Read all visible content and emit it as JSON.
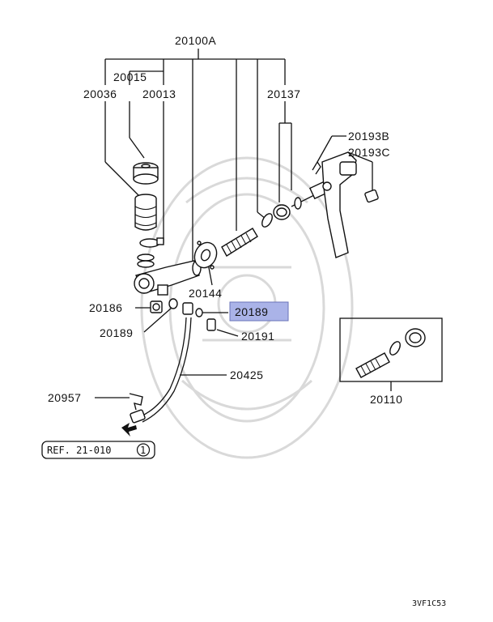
{
  "labels": {
    "p20100A": "20100A",
    "p20015": "20015",
    "p20036": "20036",
    "p20013": "20013",
    "p20137": "20137",
    "p20193B": "20193B",
    "p20193C": "20193C",
    "p20144": "20144",
    "p20186": "20186",
    "p20189_left": "20189",
    "p20189_highlight": "20189",
    "p20191": "20191",
    "p20425": "20425",
    "p20957": "20957",
    "p20110": "20110"
  },
  "reference": {
    "text": "REF. 21-010",
    "circle_number": "1"
  },
  "diagram_code": "3VF1C53",
  "colors": {
    "highlight_fill": "#aab3e8",
    "line": "#111111",
    "watermark": "#d9d9d9"
  }
}
